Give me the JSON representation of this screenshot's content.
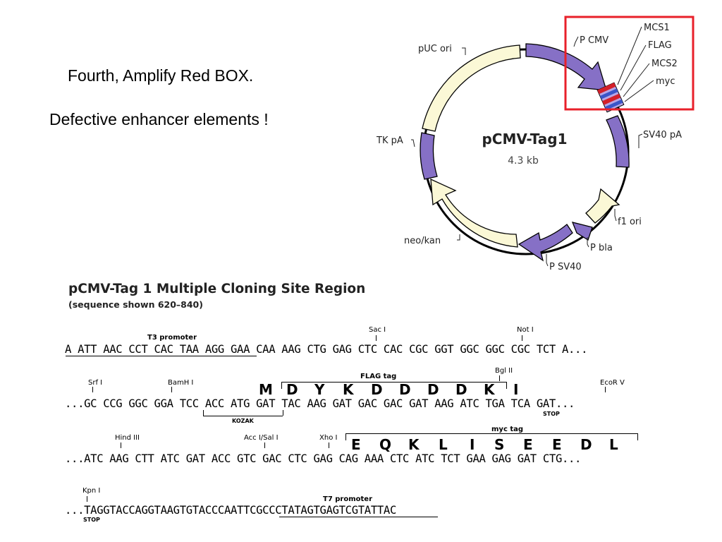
{
  "slide": {
    "note1": "Fourth, Amplify Red BOX.",
    "note2": "Defective enhancer elements !"
  },
  "plasmid": {
    "name": "pCMV-Tag1",
    "size": "4.3 kb",
    "highlight_color": "#e8202a",
    "feature_color": "#8670c6",
    "feature_alt_color": "#fbf8d6",
    "features": {
      "p_cmv": "P CMV",
      "mcs1": "MCS1",
      "flag": "FLAG",
      "mcs2": "MCS2",
      "myc": "myc",
      "sv40pa": "SV40 pA",
      "f1ori": "f1 ori",
      "pbla": "P bla",
      "psv40": "P SV40",
      "neokan": "neo/kan",
      "tkpa": "TK pA",
      "puc": "pUC ori"
    }
  },
  "mcs": {
    "title": "pCMV-Tag 1 Multiple Cloning Site Region",
    "subtitle": "(sequence shown 620–840)",
    "rows": [
      {
        "seq": "A ATT AAC CCT CAC TAA AGG GAA CAA AAG CTG GAG CTC CAC CGC GGT GGC GGC CGC TCT A...",
        "promoter": "T3 promoter",
        "sites": [
          "Sac I",
          "Not I"
        ]
      },
      {
        "seq": "...GC CCG GGC GGA TCC ACC ATG GAT TAC AAG GAT GAC GAC GAT AAG ATC TGA TCA GAT...",
        "sites": [
          "Srf I",
          "BamH I",
          "Bgl II",
          "EcoR V"
        ],
        "tag": "FLAG tag",
        "aa": [
          "M",
          "D",
          "Y",
          "K",
          "D",
          "D",
          "D",
          "D",
          "K",
          "I"
        ],
        "kozak": "KOZAK",
        "stop": "STOP"
      },
      {
        "seq": "...ATC AAG CTT ATC GAT ACC GTC GAC CTC GAG CAG AAA CTC ATC TCT GAA GAG GAT CTG...",
        "sites": [
          "Hind III",
          "Acc I/Sal I",
          "Xho I"
        ],
        "tag": "myc tag",
        "aa": [
          "E",
          "Q",
          "K",
          "L",
          "I",
          "S",
          "E",
          "E",
          "D",
          "L"
        ]
      },
      {
        "seq": "...TAGGTACCAGGTAAGTGTACCCAATTCGCCCTATAGTGAGTCGTATTAC",
        "sites": [
          "Kpn I"
        ],
        "promoter": "T7 promoter",
        "stop": "STOP"
      }
    ]
  }
}
